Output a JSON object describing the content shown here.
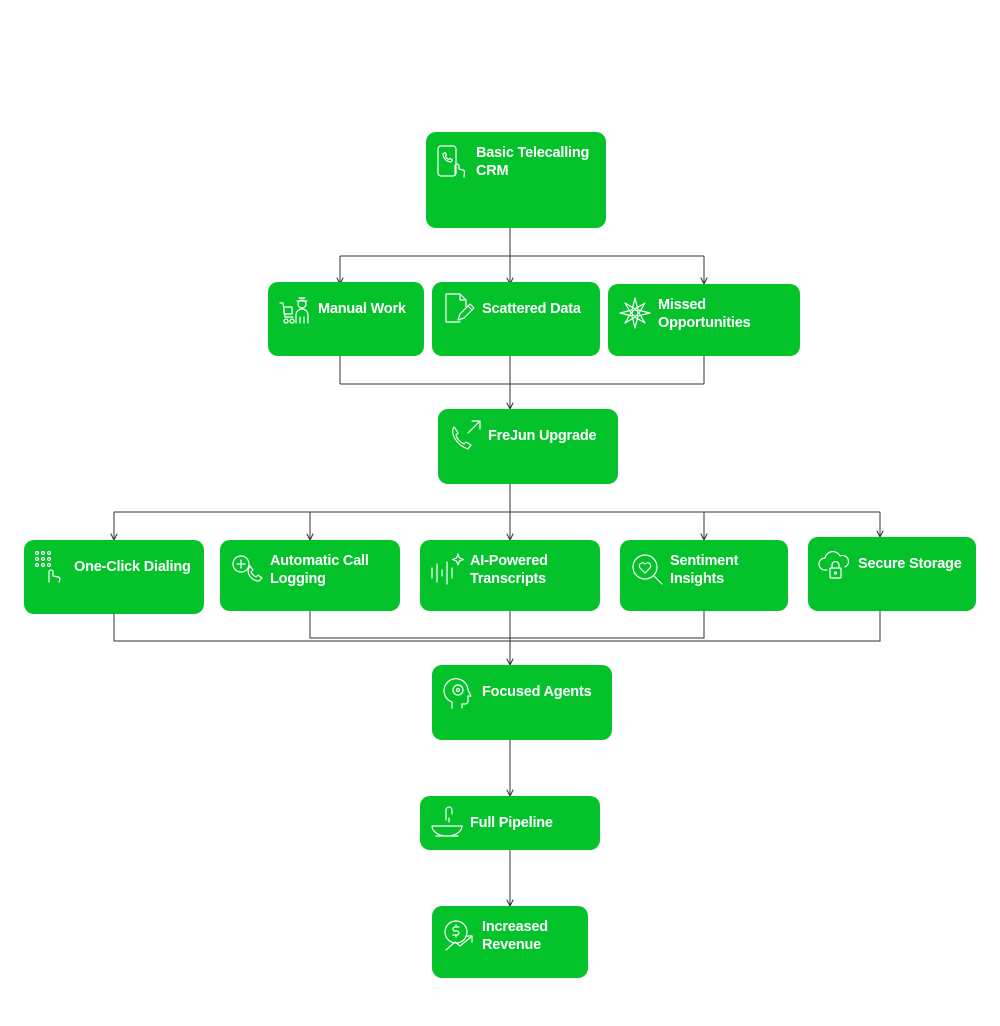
{
  "diagram": {
    "colors": {
      "node_fill": "#03c22a",
      "node_text": "#ffffff",
      "connector": "#333333"
    },
    "nodes": {
      "basic_crm": {
        "label_line1": "Basic Telecalling",
        "label_line2": "CRM",
        "icon": "phone-touch-icon"
      },
      "manual_work": {
        "label": "Manual Work",
        "icon": "worker-cart-icon"
      },
      "scattered_data": {
        "label": "Scattered Data",
        "icon": "document-pen-icon"
      },
      "missed_opportunities": {
        "label_line1": "Missed",
        "label_line2": "Opportunities",
        "icon": "compass-star-icon"
      },
      "frejun_upgrade": {
        "label": "FreJun Upgrade",
        "icon": "phone-outgoing-icon"
      },
      "one_click_dialing": {
        "label": "One-Click Dialing",
        "icon": "keypad-tap-icon"
      },
      "automatic_call_logging": {
        "label_line1": "Automatic Call",
        "label_line2": "Logging",
        "icon": "phone-add-icon"
      },
      "ai_transcripts": {
        "label_line1": "AI-Powered",
        "label_line2": "Transcripts",
        "icon": "waveform-sparkle-icon"
      },
      "sentiment_insights": {
        "label_line1": "Sentiment",
        "label_line2": "Insights",
        "icon": "heart-search-icon"
      },
      "secure_storage": {
        "label": "Secure Storage",
        "icon": "cloud-lock-icon"
      },
      "focused_agents": {
        "label": "Focused Agents",
        "icon": "head-target-icon"
      },
      "full_pipeline": {
        "label": "Full Pipeline",
        "icon": "faucet-bowl-icon"
      },
      "increased_revenue": {
        "label_line1": "Increased",
        "label_line2": "Revenue",
        "icon": "dollar-growth-icon"
      }
    }
  }
}
